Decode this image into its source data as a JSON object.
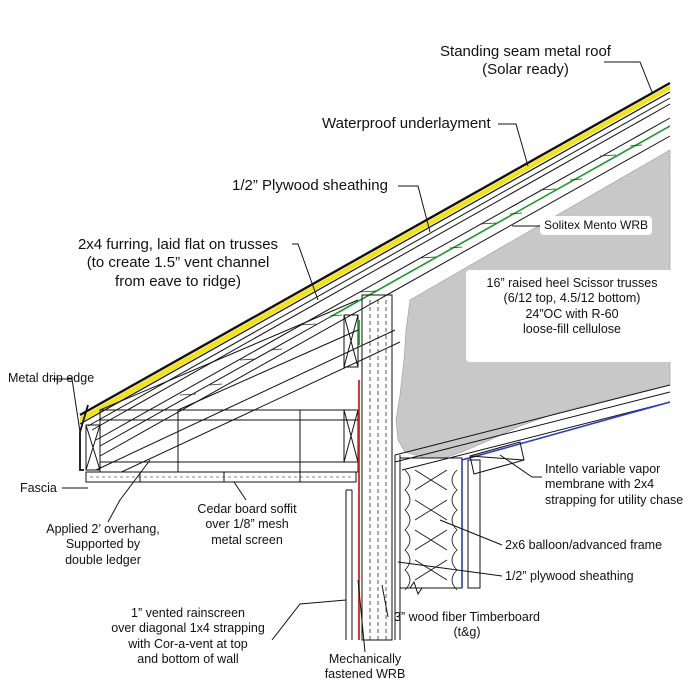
{
  "labels": {
    "standing_seam": [
      "Standing seam metal roof",
      "(Solar ready)"
    ],
    "underlayment": [
      "Waterproof underlayment"
    ],
    "plywood_sheathing": [
      "1/2” Plywood sheathing"
    ],
    "furring": [
      "2x4 furring, laid flat on trusses",
      "(to create 1.5” vent channel",
      "from eave to ridge)"
    ],
    "solitex": [
      "Solitex Mento WRB"
    ],
    "trusses": [
      "16” raised heel Scissor trusses",
      "(6/12 top, 4.5/12 bottom)",
      "24”OC with R-60",
      "loose-fill cellulose"
    ],
    "drip_edge": [
      "Metal drip edge"
    ],
    "fascia": [
      "Fascia"
    ],
    "overhang": [
      "Applied 2’ overhang,",
      "Supported by",
      "double ledger"
    ],
    "soffit": [
      "Cedar board soffit",
      "over 1/8” mesh",
      "metal screen"
    ],
    "intello": [
      "Intello variable vapor",
      "membrane with 2x4",
      "strapping for utility chase"
    ],
    "frame": [
      "2x6 balloon/advanced frame"
    ],
    "wall_sheathing": [
      "1/2” plywood sheathing"
    ],
    "timberboard": [
      "3” wood fiber Timberboard",
      "(t&g)"
    ],
    "rainscreen": [
      "1” vented rainscreen",
      "over diagonal 1x4 strapping",
      "with Cor-a-vent at top",
      "and bottom of wall"
    ],
    "mech_wrb": [
      "Mechanically",
      "fastened WRB"
    ]
  },
  "colors": {
    "roof_yellow": "#f2e21a",
    "wrb_green": "#1a9a2a",
    "wrb_red": "#e0201c",
    "vapor_blue": "#2a3cc8",
    "cellulose_gray": "#c8c8c8",
    "ink": "#111111"
  }
}
